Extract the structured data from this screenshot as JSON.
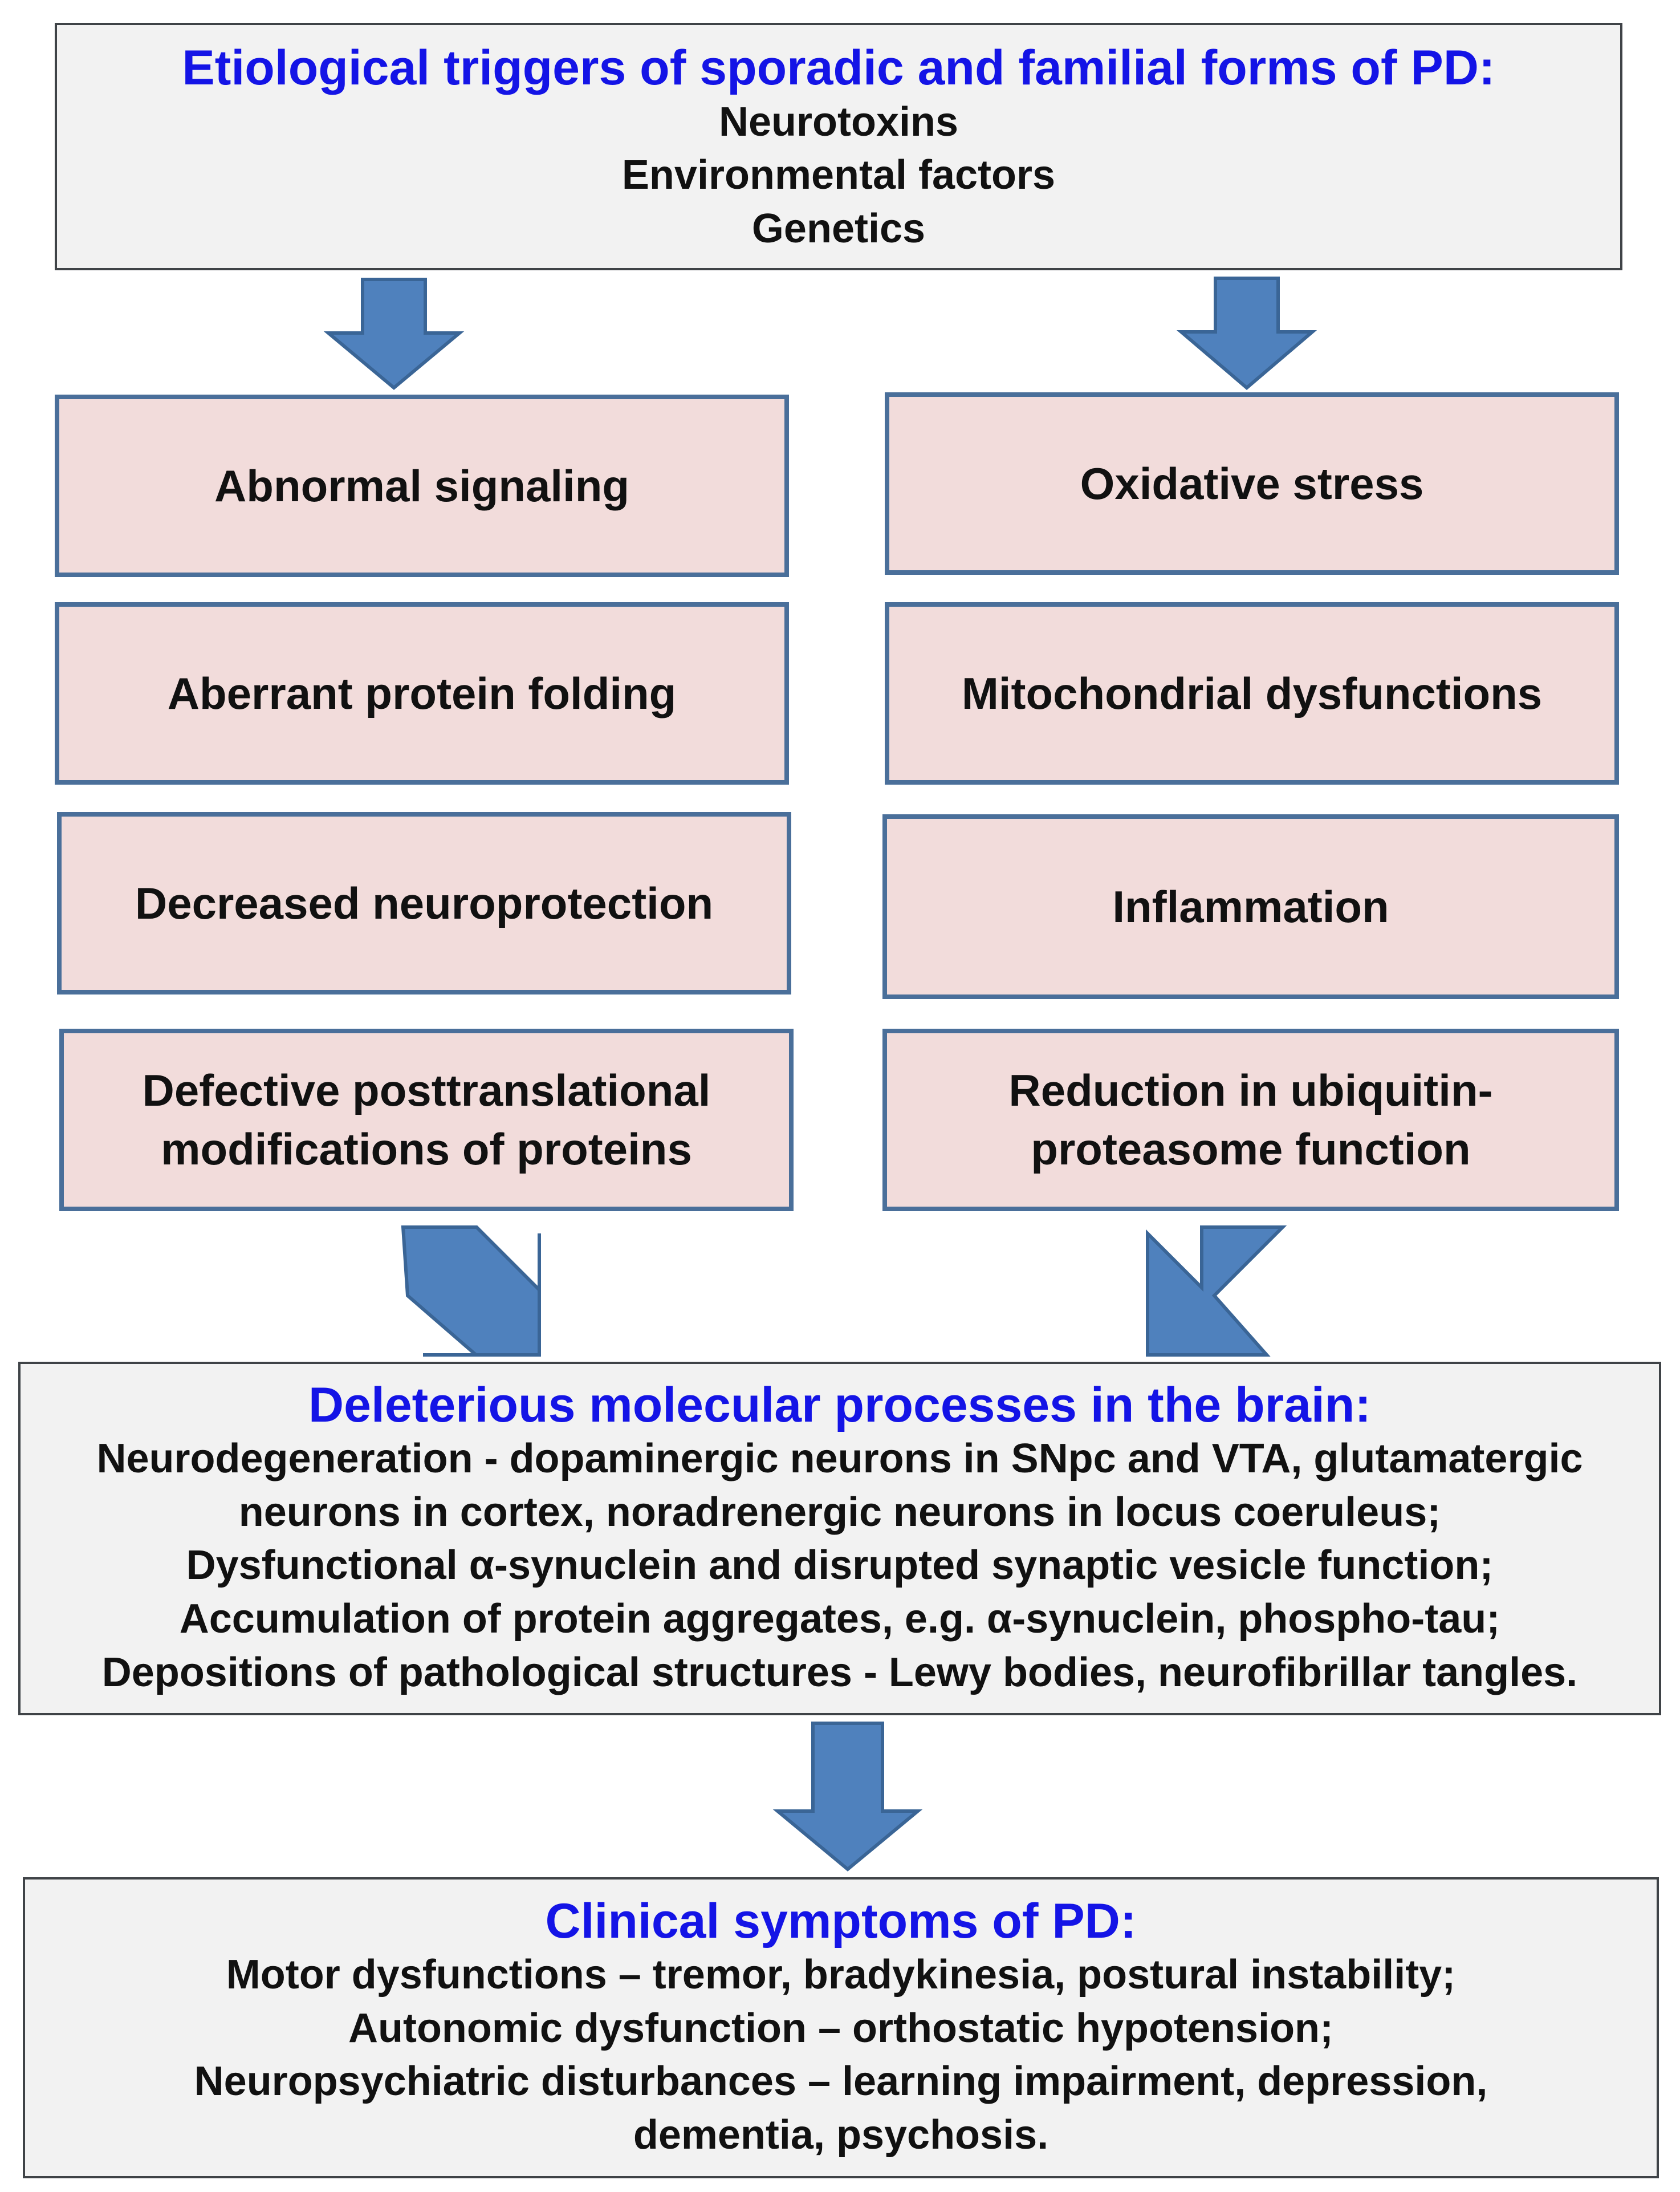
{
  "triggers": {
    "title": "Etiological triggers of sporadic and familial  forms of PD:",
    "lines": [
      "Neurotoxins",
      "Environmental factors",
      "Genetics"
    ]
  },
  "left_processes": [
    {
      "lines": [
        "Abnormal signaling"
      ]
    },
    {
      "lines": [
        "Aberrant protein folding"
      ]
    },
    {
      "lines": [
        "Decreased neuroprotection"
      ]
    },
    {
      "lines": [
        "Defective posttranslational",
        "modifications  of proteins"
      ]
    }
  ],
  "right_processes": [
    {
      "lines": [
        "Oxidative stress"
      ]
    },
    {
      "lines": [
        "Mitochondrial  dysfunctions"
      ]
    },
    {
      "lines": [
        "Inflammation"
      ]
    },
    {
      "lines": [
        "Reduction in ubiquitin-",
        "proteasome function"
      ]
    }
  ],
  "molecular": {
    "title": "Deleterious molecular processes in the brain:",
    "lines": [
      "Neurodegeneration - dopaminergic neurons in SNpc and VTA, glutamatergic",
      "neurons in cortex, noradrenergic neurons in locus coeruleus;",
      "Dysfunctional α-synuclein and disrupted synaptic vesicle function;",
      "Accumulation of protein aggregates, e.g. α-synuclein, phospho-tau;",
      "Depositions of pathological structures - Lewy bodies, neurofibrillar tangles."
    ]
  },
  "clinical": {
    "title": "Clinical symptoms  of PD:",
    "lines": [
      "Motor dysfunctions – tremor, bradykinesia, postural instability;",
      "Autonomic dysfunction – orthostatic hypotension;",
      "Neuropsychiatric disturbances – learning impairment, depression,",
      "dementia, psychosis."
    ]
  },
  "colors": {
    "title_blue": "#1414e6",
    "arrow_fill": "#4f81bd",
    "arrow_stroke": "#3a6596",
    "process_fill": "#f2dcdb",
    "process_border": "#4a6f9a",
    "panel_fill": "#f2f2f2"
  }
}
